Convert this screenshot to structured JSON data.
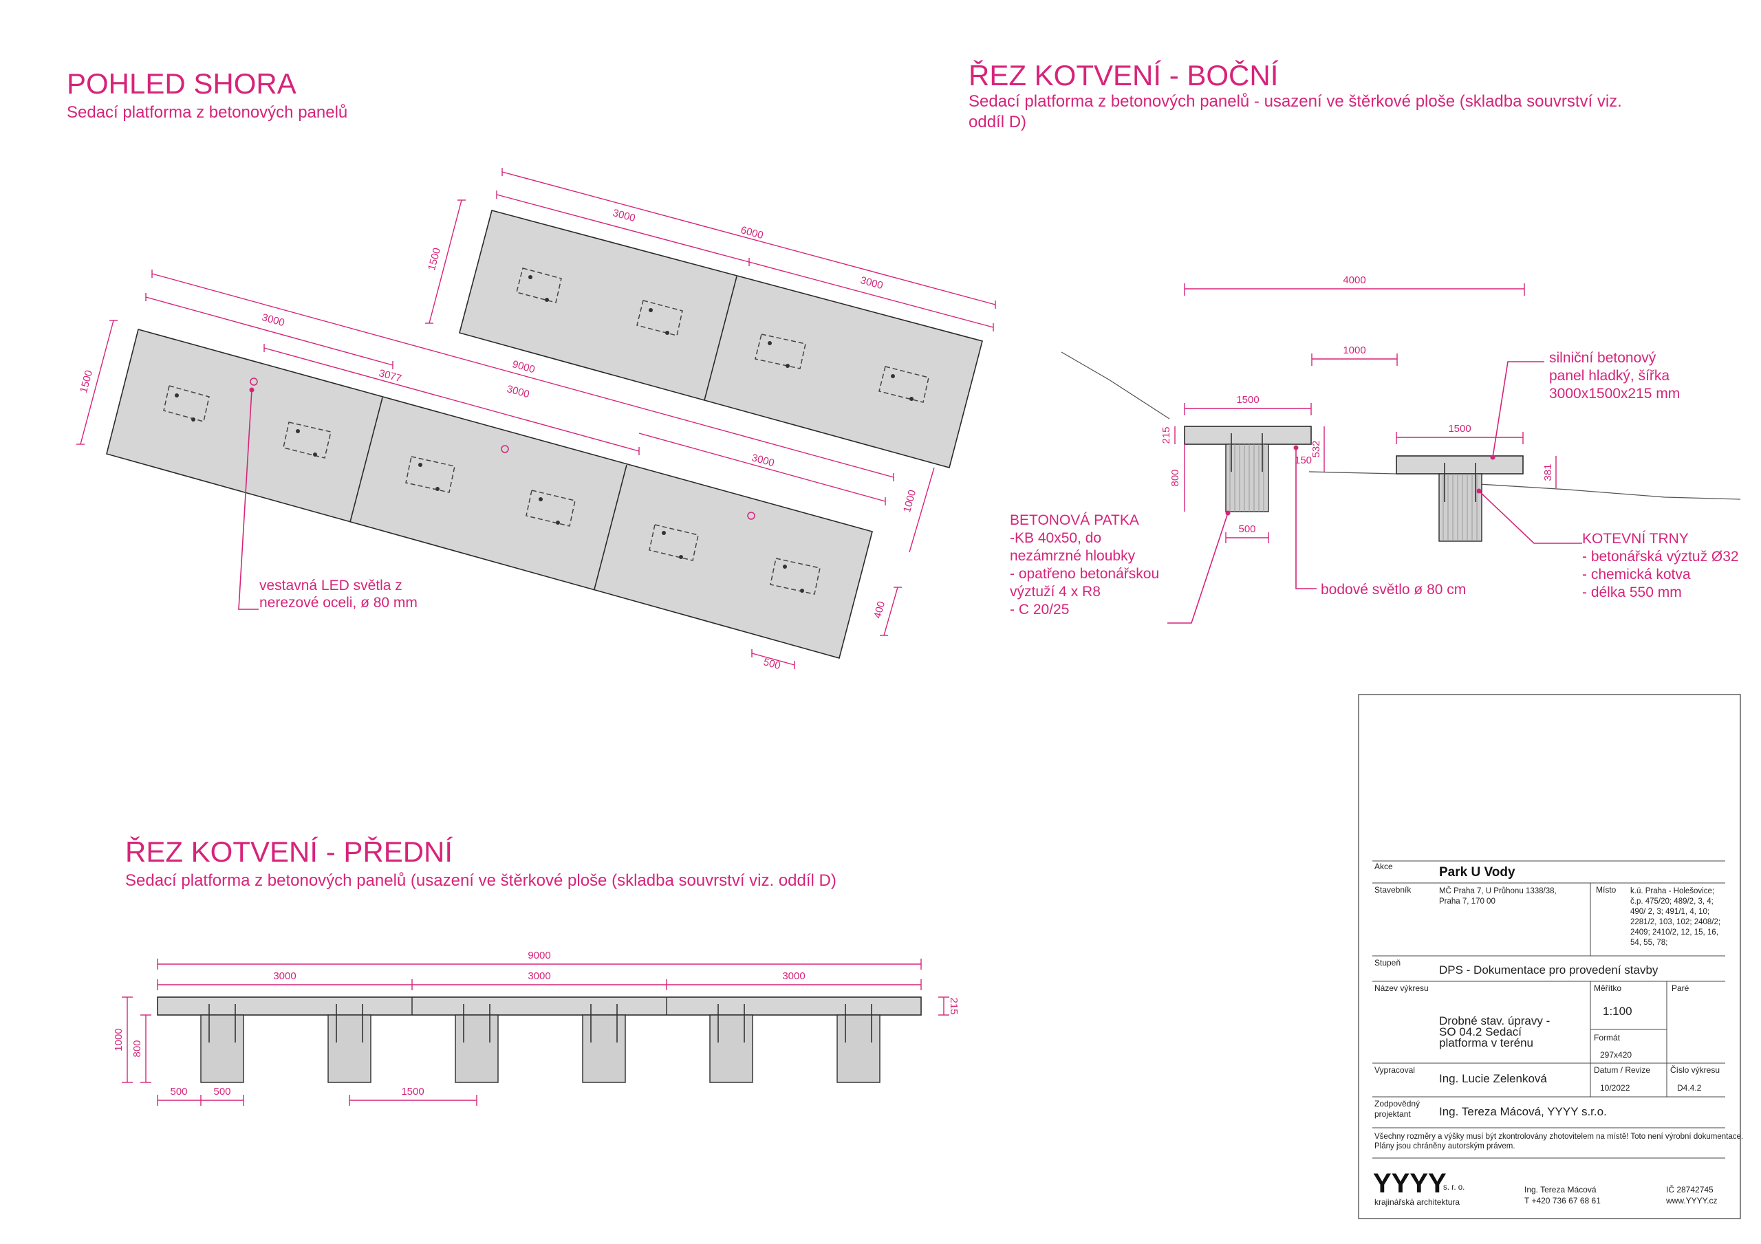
{
  "plan": {
    "title": "POHLED SHORA",
    "subtitle": "Sedací platforma z betonových panelů",
    "dims": {
      "top_total": "6000",
      "top_half": "3000",
      "top_right": "3000",
      "top_width": "1500",
      "bot_total": "9000",
      "bot_first": "3000",
      "bot_3077": "3077",
      "bot_mid": "3000",
      "bot_right": "3000",
      "bot_width": "1500",
      "bot_1000": "1000",
      "bot_400": "400",
      "bot_500": "500"
    },
    "led_note": [
      "vestavná LED světla z",
      "nerezové oceli, ø 80 mm"
    ]
  },
  "side": {
    "title": "ŘEZ KOTVENÍ - BOČNÍ",
    "subtitle": [
      "Sedací platforma z betonových panelů - usazení ve štěrkové ploše (skladba souvrství viz.",
      "oddíl D)"
    ],
    "dims": {
      "d4000": "4000",
      "d1000": "1000",
      "d1500a": "1500",
      "d1500b": "1500",
      "d215": "215",
      "d800": "800",
      "d532": "532",
      "d150": "150",
      "d500": "500",
      "d381": "381"
    },
    "panel_note": [
      "silniční betonový",
      "panel hladký, šířka",
      "3000x1500x215 mm"
    ],
    "footing_note": [
      "BETONOVÁ PATKA",
      "-KB 40x50, do",
      "nezámrzné hloubky",
      "- opatřeno betonářskou",
      "výztuží 4  x R8",
      "- C 20/25"
    ],
    "light_note": "bodové světlo ø 80 cm",
    "anchor_note": [
      "KOTEVNÍ TRNY",
      "- betonářská výztuž Ø32",
      "- chemická kotva",
      "- délka 550 mm"
    ]
  },
  "front": {
    "title": "ŘEZ KOTVENÍ - PŘEDNÍ",
    "subtitle": "Sedací platforma z betonových panelů (usazení ve štěrkové ploše (skladba souvrství viz. oddíl D)",
    "dims": {
      "total": "9000",
      "s1": "3000",
      "s2": "3000",
      "s3": "3000",
      "h1000": "1000",
      "h800": "800",
      "h215": "215",
      "w500a": "500",
      "w500b": "500",
      "w1500": "1500"
    }
  },
  "titleblock": {
    "akce_label": "Akce",
    "akce": "Park U Vody",
    "stavebnik_label": "Stavebník",
    "stavebnik": [
      "MČ Praha 7, U Průhonu 1338/38,",
      "Praha 7, 170 00"
    ],
    "misto_label": "Místo",
    "misto": [
      "k.ú. Praha - Holešovice;",
      "č.p. 475/20; 489/2, 3, 4;",
      "490/ 2, 3; 491/1, 4, 10;",
      "2281/2, 103, 102; 2408/2;",
      "2409; 2410/2, 12, 15, 16,",
      "54, 55, 78;"
    ],
    "stupen_label": "Stupeň",
    "stupen": "DPS - Dokumentace pro provedení stavby",
    "nazev_label": "Název výkresu",
    "nazev": [
      "Drobné stav. úpravy -",
      "SO 04.2 Sedací",
      "platforma v terénu"
    ],
    "meritko_label": "Měřítko",
    "meritko": "1:100",
    "pare_label": "Paré",
    "format_label": "Formát",
    "format": "297x420",
    "vypracoval_label": "Vypracoval",
    "vypracoval": "Ing. Lucie Zelenková",
    "datum_label": "Datum / Revize",
    "datum": "10/2022",
    "cislo_label": "Číslo výkresu",
    "cislo": "D4.4.2",
    "zodp_label": [
      "Zodpovědný",
      "projektant"
    ],
    "zodp": "Ing. Tereza Mácová, YYYY s.r.o.",
    "disclaimer": [
      "Všechny rozměry a výšky musí být zkontrolovány zhotovitelem na místě! Toto není výrobní dokumentace.",
      "Plány jsou chráněny autorským právem."
    ],
    "logo": "YYYY",
    "logo_suffix": "s. r. o.",
    "logo_sub": "krajinářská architektura",
    "contact_name": "Ing. Tereza Mácová",
    "contact_phone": "T +420 736 67 68 61",
    "ic": "IČ 28742745",
    "web": "www.YYYY.cz"
  },
  "colors": {
    "accent": "#d6247a",
    "panel": "#d6d6d6",
    "line": "#2b2b2b"
  }
}
